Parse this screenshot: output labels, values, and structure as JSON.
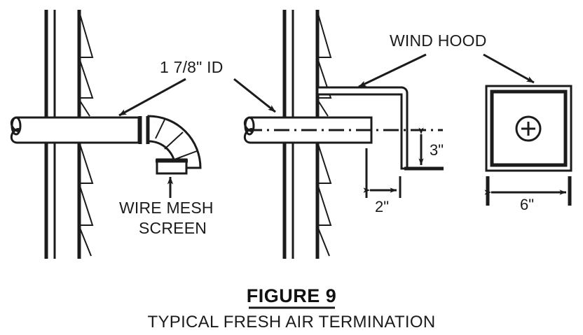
{
  "figure": {
    "title": "FIGURE 9",
    "subtitle": "TYPICAL FRESH AIR TERMINATION"
  },
  "labels": {
    "duct_id": "1 7/8\" ID",
    "wire_mesh_screen_line1": "WIRE MESH",
    "wire_mesh_screen_line2": "SCREEN",
    "wind_hood": "WIND HOOD"
  },
  "dimensions": {
    "hood_drop": "3\"",
    "hood_standoff": "2\"",
    "hood_width": "6\""
  },
  "colors": {
    "line": "#1b1b1b",
    "background": "#ffffff",
    "text": "#111111"
  },
  "views": [
    {
      "name": "side-view-elbow-screen",
      "caption_ref": "wire-mesh-screen"
    },
    {
      "name": "side-view-wind-hood",
      "caption_ref": "wind-hood"
    },
    {
      "name": "front-view-wind-hood",
      "caption_ref": "wind-hood"
    }
  ]
}
